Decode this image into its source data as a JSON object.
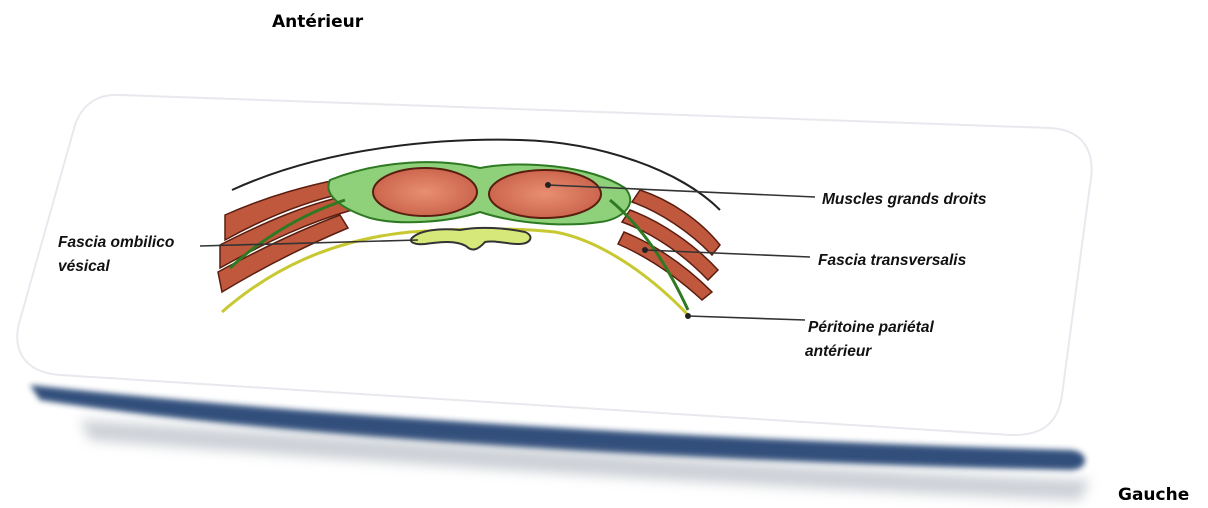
{
  "orientation": {
    "top": "Antérieur",
    "bottom_right": "Gauche"
  },
  "labels": {
    "muscles": "Muscles  grands droits",
    "fascia_transversalis": "Fascia transversalis",
    "peritoine_line1": "Péritoine pariétal",
    "peritoine_line2": "antérieur",
    "fascia_ombilico_line1": "Fascia ombilico",
    "fascia_ombilico_line2": "vésical"
  },
  "colors": {
    "muscle": "#d9785c",
    "muscle_dark": "#a8452e",
    "fascia_green": "#4caf3a",
    "peritoneum_yellow": "#c8c832",
    "card_shadow": "#1f3c6e"
  }
}
